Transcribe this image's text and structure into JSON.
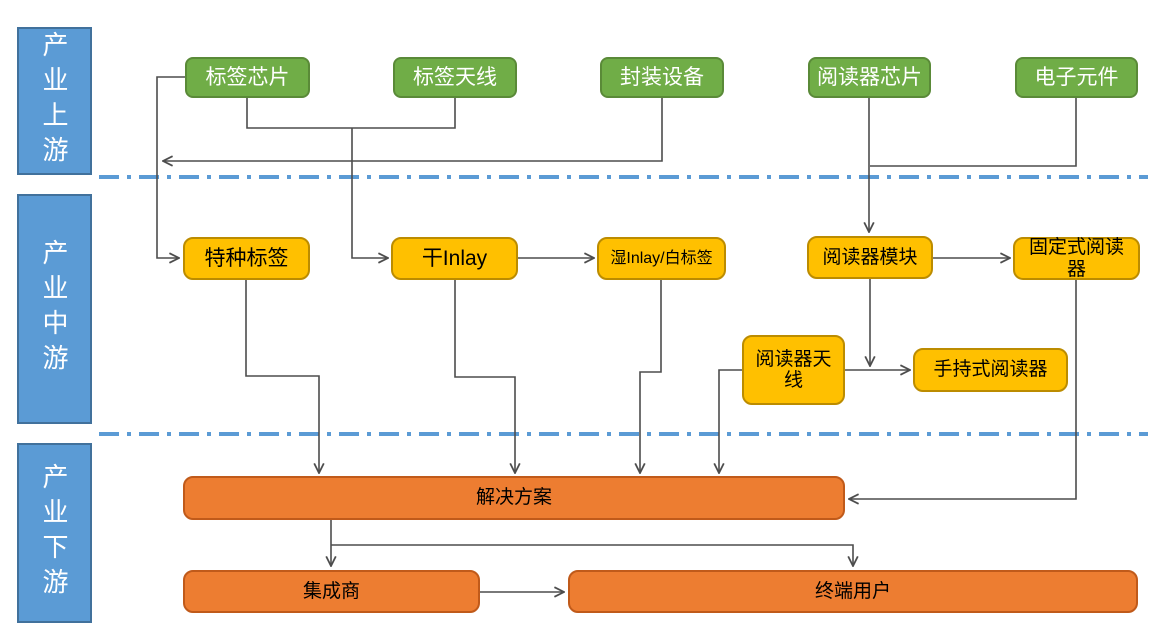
{
  "diagram": {
    "lanes": [
      {
        "id": "upstream",
        "label": "产业上游"
      },
      {
        "id": "midstream",
        "label": "产业中游"
      },
      {
        "id": "downstream",
        "label": "产业下游"
      }
    ],
    "nodes": {
      "tag_chip": "标签芯片",
      "tag_antenna": "标签天线",
      "packaging_equipment": "封装设备",
      "reader_chip": "阅读器芯片",
      "electronic_components": "电子元件",
      "special_tag": "特种标签",
      "dry_inlay": "干Inlay",
      "wet_inlay": "湿Inlay/白标签",
      "reader_module": "阅读器模块",
      "fixed_reader": "固定式阅读器",
      "reader_antenna": "阅读器天线",
      "handheld_reader": "手持式阅读器",
      "solution": "解决方案",
      "integrator": "集成商",
      "end_user": "终端用户"
    },
    "colors": {
      "lane_fill": "#5B9BD5",
      "lane_border": "#41719C",
      "upstream_fill": "#70AD47",
      "upstream_border": "#5a8a38",
      "midstream_fill": "#FFC000",
      "midstream_border": "#BC8C00",
      "downstream_fill": "#ED7D31",
      "downstream_border": "#C05A1A",
      "connector": "#4d4d4d",
      "separator": "#5B9BD5"
    }
  }
}
